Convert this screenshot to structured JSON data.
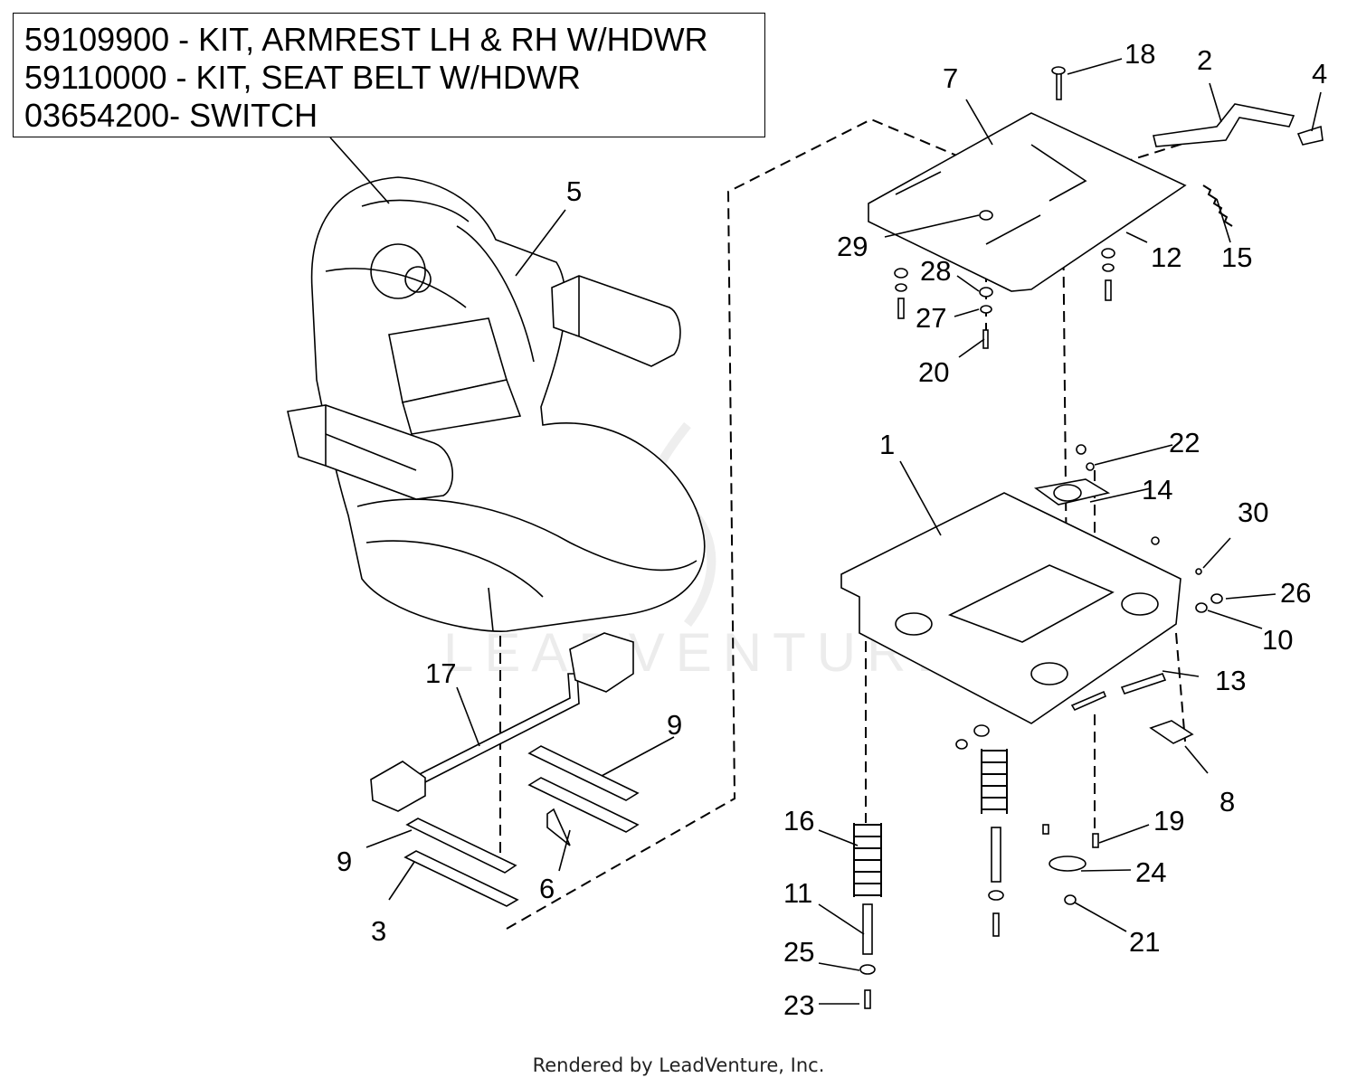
{
  "kit_notes": [
    "59109900 - KIT, ARMREST LH & RH W/HDWR",
    "59110000 - KIT, SEAT BELT W/HDWR",
    "03654200- SWITCH"
  ],
  "watermark": "LEADVENTURE",
  "footer": "Rendered by LeadVenture, Inc.",
  "callouts": {
    "c1": "1",
    "c2": "2",
    "c3": "3",
    "c4": "4",
    "c5": "5",
    "c6": "6",
    "c7": "7",
    "c8": "8",
    "c9a": "9",
    "c9b": "9",
    "c10": "10",
    "c11": "11",
    "c12": "12",
    "c13": "13",
    "c14": "14",
    "c15": "15",
    "c16": "16",
    "c17": "17",
    "c18": "18",
    "c19": "19",
    "c20": "20",
    "c21": "21",
    "c22": "22",
    "c23": "23",
    "c24": "24",
    "c25": "25",
    "c26": "26",
    "c27": "27",
    "c28": "28",
    "c29": "29",
    "c30": "30"
  }
}
